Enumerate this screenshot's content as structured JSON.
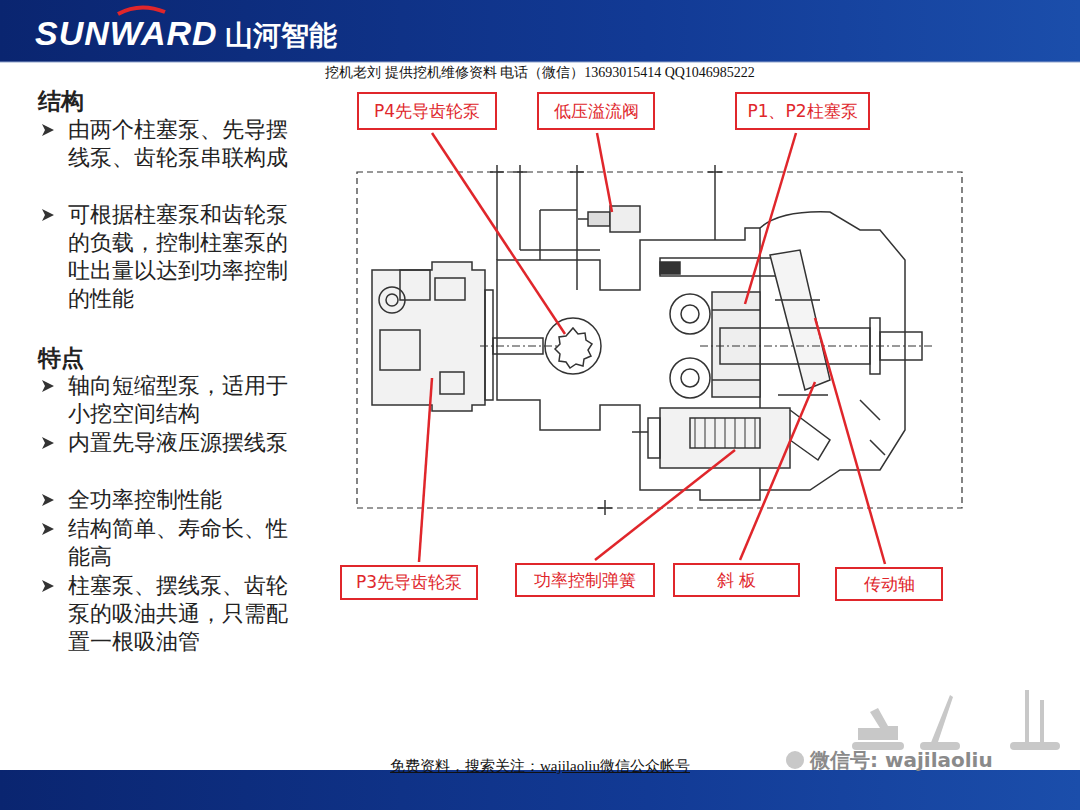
{
  "diagram": {
    "nodes": [
      {
        "text": [
          "P4先导齿轮泵"
        ]
      },
      {
        "text": [
          "低压溢流阀"
        ]
      },
      {
        "text": [
          "P1、P2柱塞泵"
        ]
      },
      {
        "text": [
          "P3先导齿轮泵"
        ]
      },
      {
        "text": [
          "功率控制弹簧"
        ]
      },
      {
        "text": [
          "斜 板"
        ]
      },
      {
        "text": [
          "传动轴"
        ]
      }
    ],
    "labels": [
      "SUNWARD",
      "山河智能",
      "挖机老刘 提供挖机维修资料 电话（微信）13693015414 QQ1046985222",
      "结构",
      "由两个柱塞泵、先导摆线泵、齿轮泵串联构成",
      "可根据柱塞泵和齿轮泵的负载，控制柱塞泵的吐出量以达到功率控制的性能",
      "特点",
      "轴向短缩型泵，适用于小挖空间结构",
      "内置先导液压源摆线泵",
      "全功率控制性能",
      "结构简单、寿命长、性能高",
      "柱塞泵、摆线泵、齿轮泵的吸油共通，只需配置一根吸油管",
      "免费资料，搜索关注：wajilaoliu微信公众帐号",
      "微信号: wajilaoliu"
    ]
  }
}
